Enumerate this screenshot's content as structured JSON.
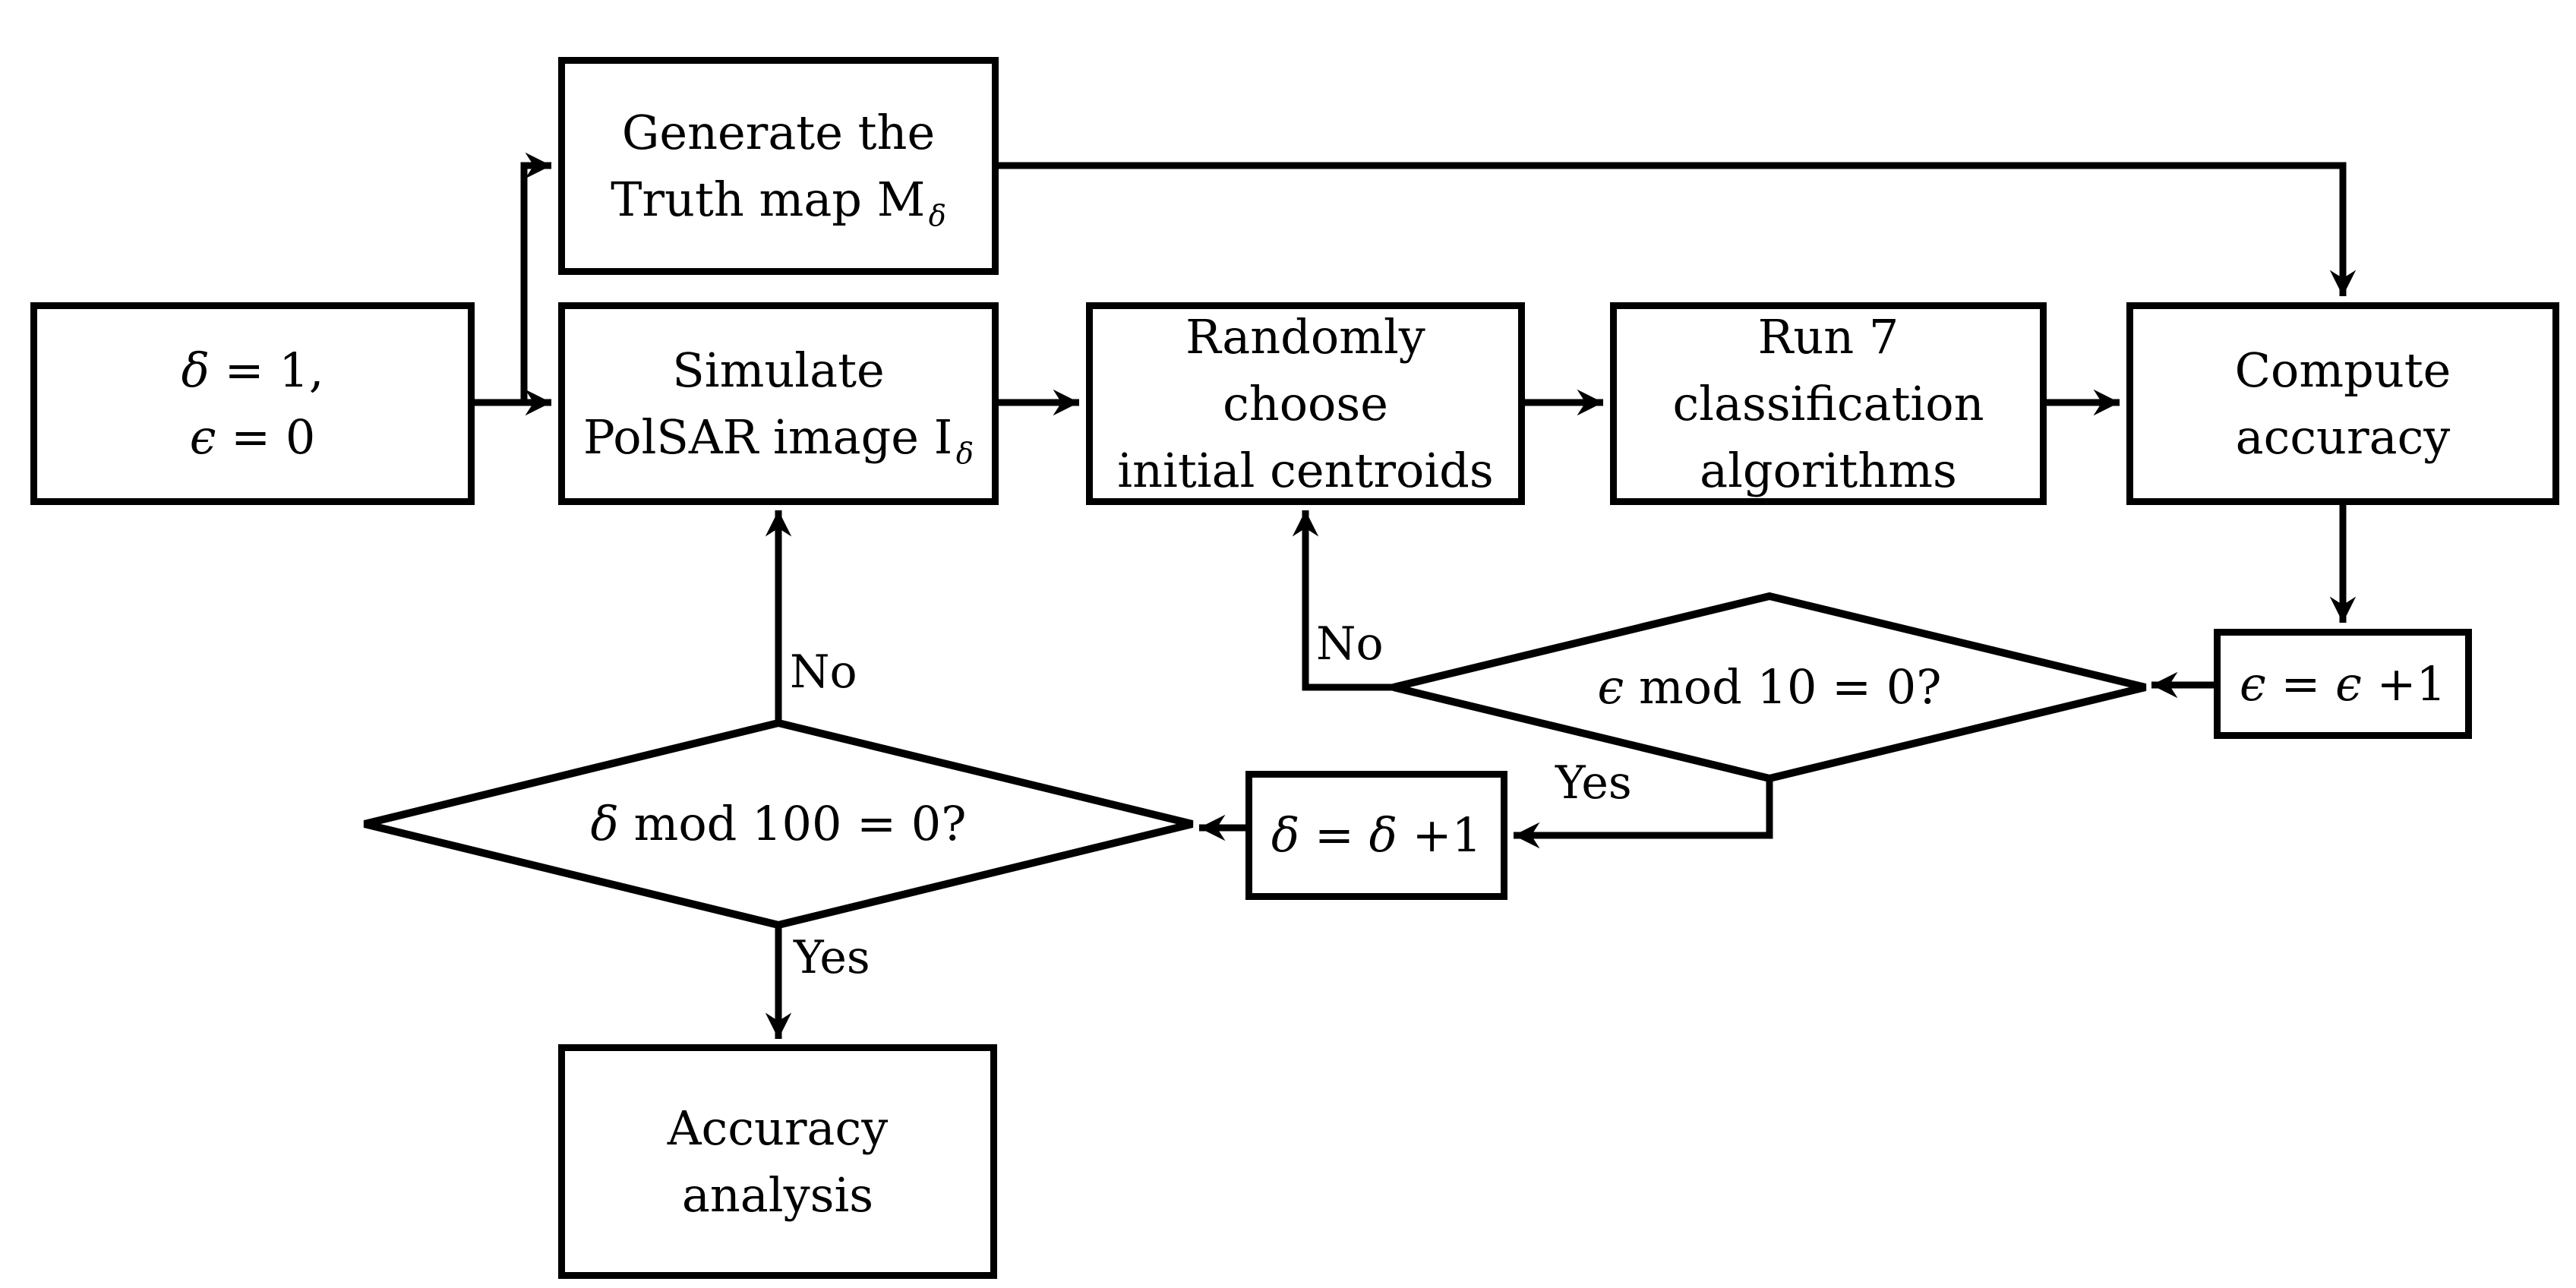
{
  "diagram": {
    "type": "flowchart",
    "colors": {
      "line": "#000000",
      "node_fill": "#ffffff",
      "text": "#000000"
    },
    "nodes": {
      "init": {
        "shape": "rect",
        "lines": [
          [
            {
              "t": "δ",
              "s": "i"
            },
            {
              "t": " = 1,"
            }
          ],
          [
            {
              "t": "ϵ",
              "s": "i"
            },
            {
              "t": " = 0"
            }
          ]
        ]
      },
      "generate": {
        "shape": "rect",
        "lines": [
          [
            {
              "t": "Generate the"
            }
          ],
          [
            {
              "t": "Truth map M"
            },
            {
              "t": "δ",
              "s": "sub"
            }
          ]
        ]
      },
      "simulate": {
        "shape": "rect",
        "lines": [
          [
            {
              "t": "Simulate"
            }
          ],
          [
            {
              "t": "PolSAR image I"
            },
            {
              "t": "δ",
              "s": "sub"
            }
          ]
        ]
      },
      "centroids": {
        "shape": "rect",
        "lines": [
          [
            {
              "t": "Randomly"
            }
          ],
          [
            {
              "t": "choose"
            }
          ],
          [
            {
              "t": "initial centroids"
            }
          ]
        ]
      },
      "run7": {
        "shape": "rect",
        "lines": [
          [
            {
              "t": "Run 7"
            }
          ],
          [
            {
              "t": "classification"
            }
          ],
          [
            {
              "t": "algorithms"
            }
          ]
        ]
      },
      "compute": {
        "shape": "rect",
        "lines": [
          [
            {
              "t": "Compute"
            }
          ],
          [
            {
              "t": "accuracy"
            }
          ]
        ]
      },
      "eps_inc": {
        "shape": "rect",
        "lines": [
          [
            {
              "t": "ϵ",
              "s": "i"
            },
            {
              "t": " = "
            },
            {
              "t": "ϵ",
              "s": "i"
            },
            {
              "t": " +1"
            }
          ]
        ]
      },
      "eps_check": {
        "shape": "diamond",
        "lines": [
          [
            {
              "t": "ϵ",
              "s": "i"
            },
            {
              "t": " mod 10 = 0?"
            }
          ]
        ]
      },
      "delta_inc": {
        "shape": "rect",
        "lines": [
          [
            {
              "t": "δ",
              "s": "i"
            },
            {
              "t": " = "
            },
            {
              "t": "δ",
              "s": "i"
            },
            {
              "t": " +1"
            }
          ]
        ]
      },
      "delta_check": {
        "shape": "diamond",
        "lines": [
          [
            {
              "t": "δ",
              "s": "i"
            },
            {
              "t": " mod 100 = 0?"
            }
          ]
        ]
      },
      "analysis": {
        "shape": "rect",
        "lines": [
          [
            {
              "t": "Accuracy"
            }
          ],
          [
            {
              "t": "analysis"
            }
          ]
        ]
      }
    },
    "edge_labels": {
      "eps_no": "No",
      "eps_yes": "Yes",
      "delta_no": "No",
      "delta_yes": "Yes"
    },
    "edges": [
      {
        "from": "init",
        "to": "generate",
        "label": ""
      },
      {
        "from": "init",
        "to": "simulate",
        "label": ""
      },
      {
        "from": "generate",
        "to": "compute",
        "label": ""
      },
      {
        "from": "simulate",
        "to": "centroids",
        "label": ""
      },
      {
        "from": "centroids",
        "to": "run7",
        "label": ""
      },
      {
        "from": "run7",
        "to": "compute",
        "label": ""
      },
      {
        "from": "compute",
        "to": "eps_inc",
        "label": ""
      },
      {
        "from": "eps_inc",
        "to": "eps_check",
        "label": ""
      },
      {
        "from": "eps_check",
        "to": "centroids",
        "label": "No"
      },
      {
        "from": "eps_check",
        "to": "delta_inc",
        "label": "Yes"
      },
      {
        "from": "delta_inc",
        "to": "delta_check",
        "label": ""
      },
      {
        "from": "delta_check",
        "to": "simulate",
        "label": "No"
      },
      {
        "from": "delta_check",
        "to": "analysis",
        "label": "Yes"
      }
    ]
  }
}
